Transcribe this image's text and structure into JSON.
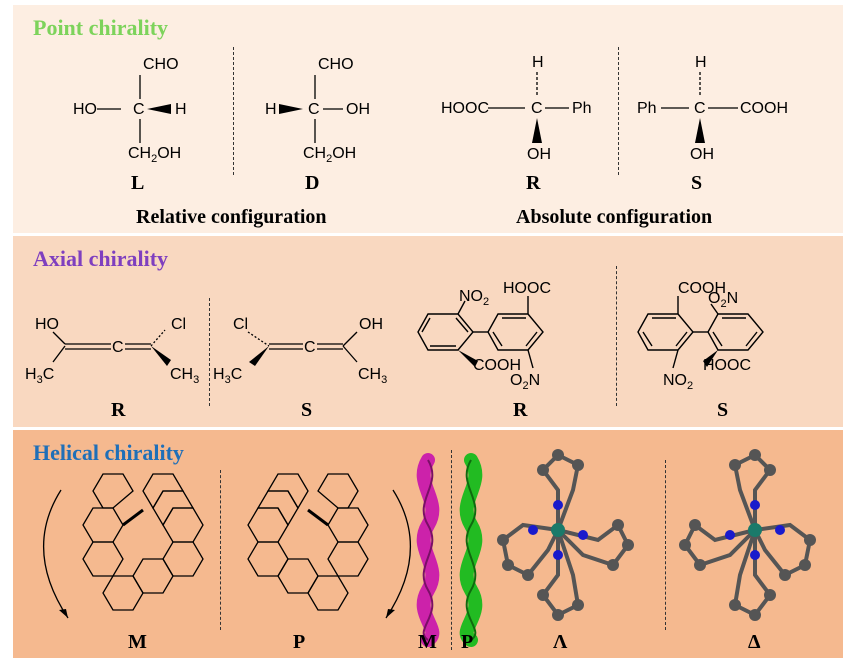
{
  "point": {
    "title": "Point chirality",
    "title_color": "#7dd35b",
    "mol_L": {
      "top": "CHO",
      "left": "HO",
      "center": "C",
      "right": "H",
      "bottom": "CH",
      "bottom_sub": "2",
      "bottom_tail": "OH"
    },
    "mol_D": {
      "top": "CHO",
      "left": "H",
      "center": "C",
      "right": "OH",
      "bottom": "CH",
      "bottom_sub": "2",
      "bottom_tail": "OH"
    },
    "mol_R": {
      "top": "H",
      "left": "HOOC",
      "center": "C",
      "right": "Ph",
      "bottom": "OH"
    },
    "mol_S": {
      "top": "H",
      "left": "Ph",
      "center": "C",
      "right": "COOH",
      "bottom": "OH"
    },
    "labels": {
      "L": "L",
      "D": "D",
      "R": "R",
      "S": "S"
    },
    "caption_relative": "Relative configuration",
    "caption_absolute": "Absolute configuration"
  },
  "axial": {
    "title": "Axial chirality",
    "title_color": "#7f3fbf",
    "allene_R": {
      "ho": "HO",
      "cl": "Cl",
      "c": "C",
      "h3c": "H",
      "h3c_sub": "3",
      "h3c_tail": "C",
      "ch3": "CH",
      "ch3_sub": "3"
    },
    "allene_S": {
      "ho": "OH",
      "cl": "Cl",
      "c": "C",
      "h3c": "H",
      "h3c_sub": "3",
      "h3c_tail": "C",
      "ch3": "CH",
      "ch3_sub": "3"
    },
    "biphenyl_R": {
      "hooc": "HOOC",
      "no2_top": "NO",
      "no2_top_sub": "2",
      "cooh": "COOH",
      "no2_bottom": "O",
      "no2_bottom_sub": "2",
      "no2_bottom_tail": "N"
    },
    "biphenyl_S": {
      "cooh": "COOH",
      "no2_top": "O",
      "no2_top_sub": "2",
      "no2_top_tail": "N",
      "hooc": "HOOC",
      "no2_bottom": "NO",
      "no2_bottom_sub": "2"
    },
    "labels": {
      "R1": "R",
      "S1": "S",
      "R2": "R",
      "S2": "S"
    }
  },
  "helical": {
    "title": "Helical chirality",
    "title_color": "#1f6fb8",
    "labels": {
      "M1": "M",
      "P1": "P",
      "M2": "M",
      "P2": "P",
      "lambda": "Λ",
      "delta": "Δ"
    },
    "colors": {
      "helix_M": "#cc22aa",
      "helix_P": "#22bb22",
      "atom_C": "#666666",
      "atom_N": "#1a1acc",
      "metal": "#1a7a6a"
    }
  }
}
